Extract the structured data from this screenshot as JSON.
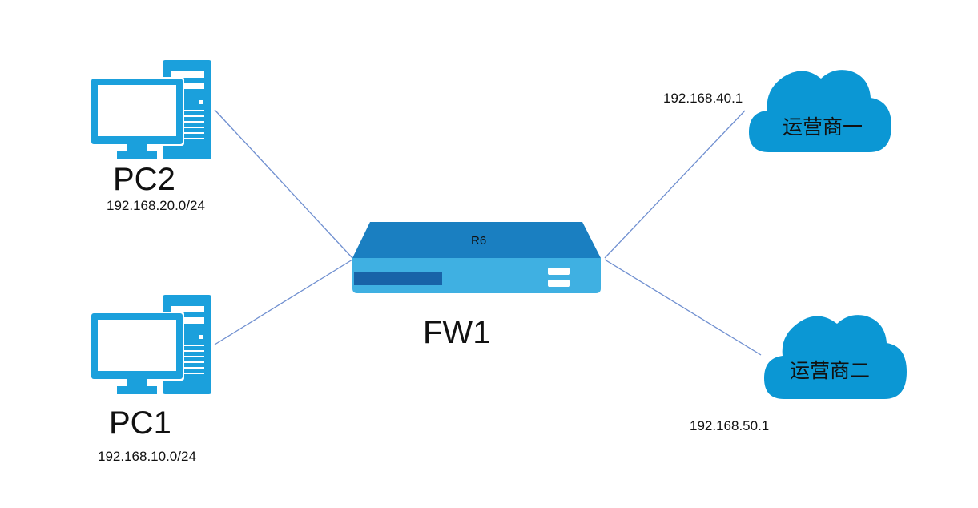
{
  "nodes": {
    "pc2": {
      "name": "PC2",
      "subnet": "192.168.20.0/24"
    },
    "pc1": {
      "name": "PC1",
      "subnet": "192.168.10.0/24"
    },
    "firewall": {
      "name": "FW1",
      "device_label": "R6"
    },
    "isp1": {
      "name": "运营商一",
      "ip": "192.168.40.1"
    },
    "isp2": {
      "name": "运营商二",
      "ip": "192.168.50.1"
    }
  },
  "colors": {
    "link": "#6f8fd0",
    "pc": "#1ba0dc",
    "cloud": "#0b97d4",
    "fw_top": "#1a7fc1",
    "fw_front": "#3fb0e2",
    "fw_dark": "#1863a8"
  },
  "icons": [
    "desktop-pc-icon",
    "firewall-device-icon",
    "cloud-icon"
  ]
}
